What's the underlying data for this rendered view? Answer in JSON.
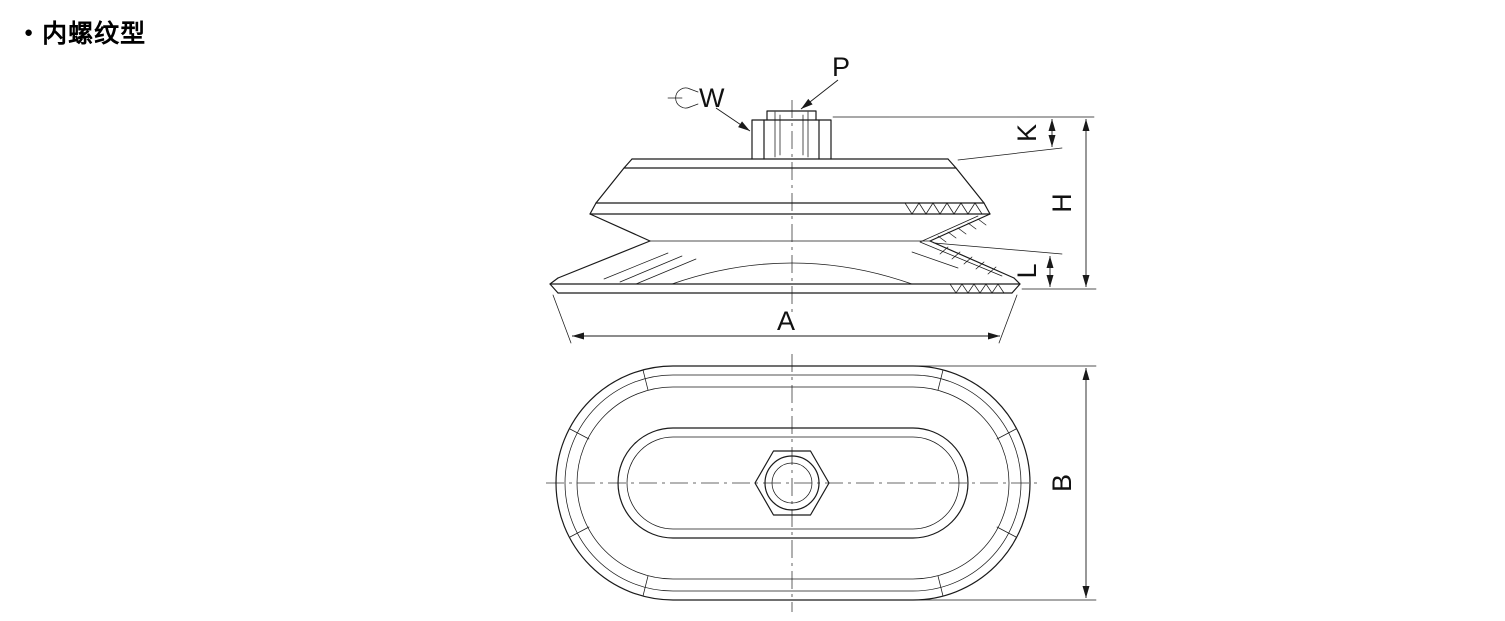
{
  "title": {
    "bullet": "●",
    "text": "内螺纹型"
  },
  "labels": {
    "p": "P",
    "w": "W",
    "k": "K",
    "h": "H",
    "l": "L",
    "a": "A",
    "b": "B"
  },
  "colors": {
    "line": "#1a1a1a",
    "text": "#111111",
    "background": "#ffffff"
  }
}
